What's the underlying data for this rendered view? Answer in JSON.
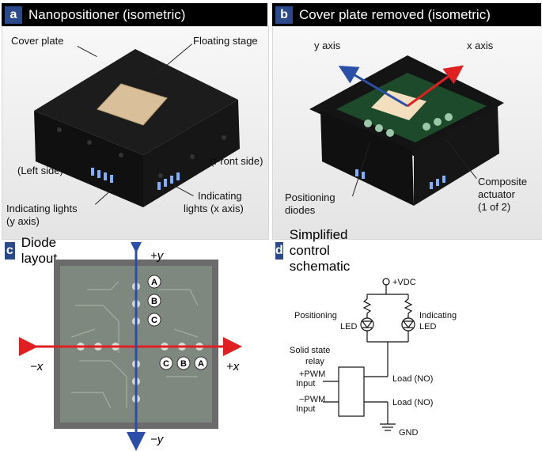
{
  "panels": {
    "a": {
      "letter": "a",
      "title": "Nanopositioner (isometric)",
      "labels": {
        "cover": "Cover plate",
        "stage": "Floating stage",
        "left": "(Left side)",
        "front": "(Front side)",
        "ind_y_1": "Indicating lights",
        "ind_y_2": "(y axis)",
        "ind_x_1": "Indicating",
        "ind_x_2": "lights (x axis)"
      }
    },
    "b": {
      "letter": "b",
      "title": "Cover plate removed (isometric)",
      "labels": {
        "y_axis": "y axis",
        "x_axis": "x axis",
        "pos_1": "Positioning",
        "pos_2": "diodes",
        "comp_1": "Composite",
        "comp_2": "actuator",
        "comp_3": "(1 of 2)"
      }
    },
    "c": {
      "letter": "c",
      "title": "Diode layout",
      "axes": {
        "plus_y": "+y",
        "minus_y": "−y",
        "minus_x": "−x",
        "plus_x": "+x"
      },
      "markers": {
        "a": "A",
        "b": "B",
        "c": "C"
      }
    },
    "d": {
      "letter": "d",
      "title": "Simplified control schematic",
      "labels": {
        "vdc": "+VDC",
        "pos_1": "Positioning",
        "pos_2": "LED",
        "ind_1": "Indicating",
        "ind_2": "LED",
        "ssr_1": "Solid state",
        "ssr_2": "relay",
        "pwm_p1": "+PWM",
        "pwm_p2": "Input",
        "pwm_m1": "−PWM",
        "pwm_m2": "Input",
        "load1": "Load (NO)",
        "load2": "Load (NO)",
        "gnd": "GND"
      }
    }
  },
  "colors": {
    "badge": "#2b4a8c",
    "x_arrow": "#e02020",
    "y_arrow": "#2b4fa8"
  }
}
